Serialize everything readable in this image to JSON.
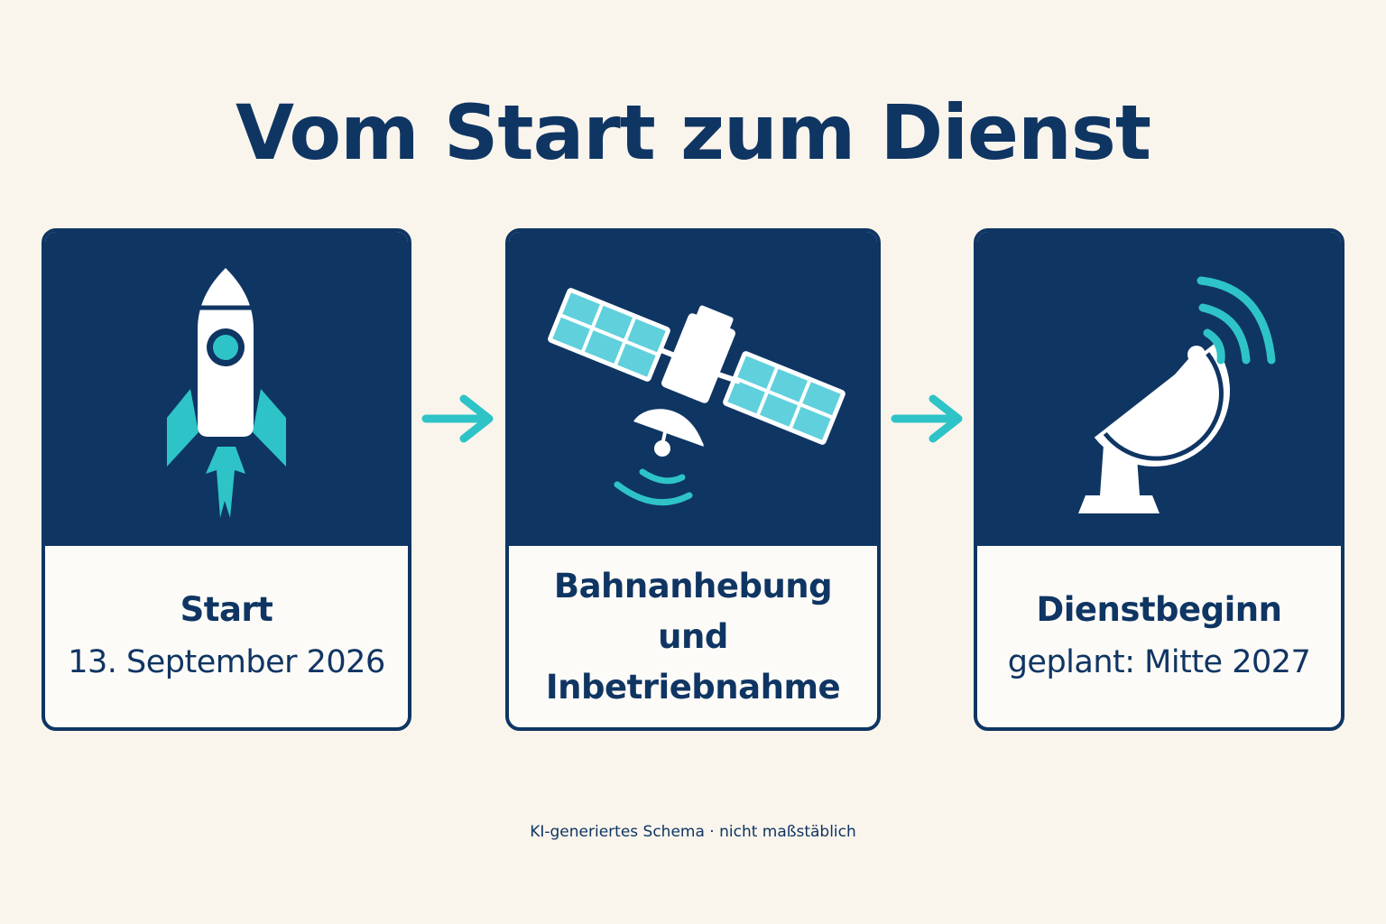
{
  "title": "Vom Start zum Dienst",
  "steps": [
    {
      "icon": "rocket-icon",
      "title": "Start",
      "subtitle": "13. September 2026"
    },
    {
      "icon": "satellite-icon",
      "title": "Bahnanhebung und Inbetriebnahme",
      "subtitle": ""
    },
    {
      "icon": "satellite-dish-icon",
      "title": "Dienstbeginn",
      "subtitle": "geplant: Mitte 2027"
    }
  ],
  "footnote": "KI-generiertes Schema · nicht maßstäblich",
  "colors": {
    "background": "#faf5ec",
    "navy": "#0f3563",
    "accent": "#2ec4c7",
    "panel": "#5fd0dc",
    "white": "#ffffff"
  }
}
